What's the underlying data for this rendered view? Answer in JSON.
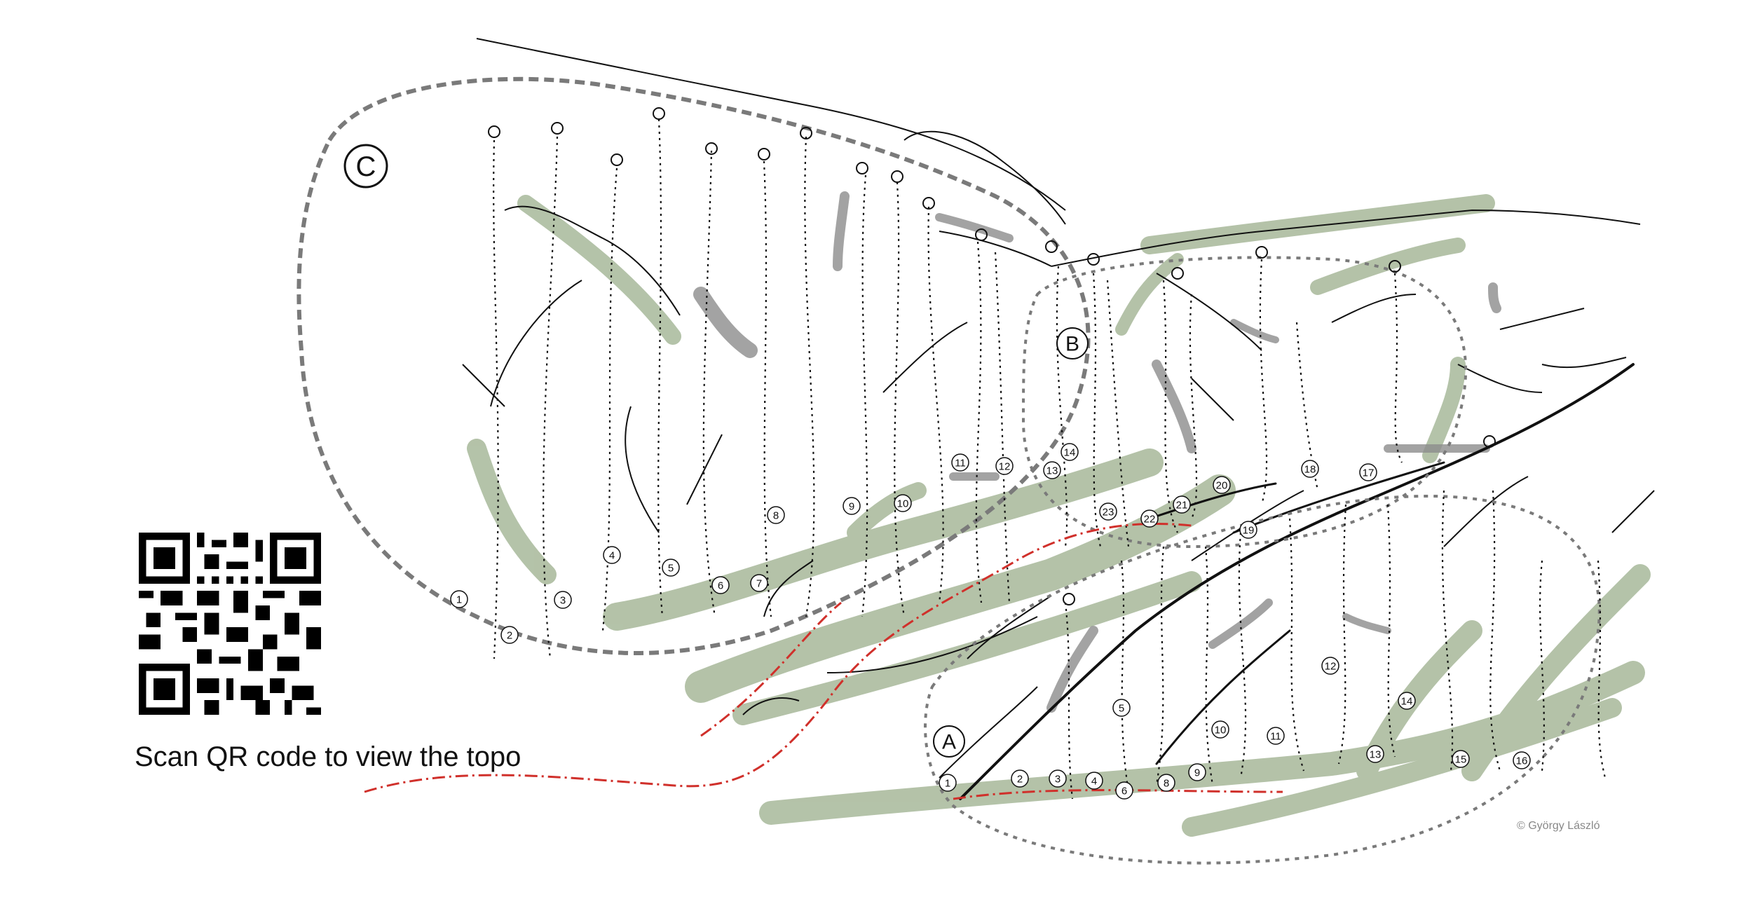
{
  "caption": "Scan QR code to view the topo",
  "copyright": "© György László",
  "sectors": [
    {
      "label": "C",
      "routes": [
        "1",
        "2",
        "3",
        "4",
        "5",
        "6",
        "7",
        "8",
        "9",
        "10",
        "11",
        "12",
        "13",
        "14"
      ]
    },
    {
      "label": "B",
      "routes": [
        "19",
        "20",
        "21",
        "22",
        "23",
        "17",
        "18"
      ]
    },
    {
      "label": "A",
      "routes": [
        "1",
        "2",
        "3",
        "4",
        "6",
        "8",
        "9",
        "10",
        "11",
        "12",
        "13",
        "14",
        "15",
        "16",
        "5"
      ]
    }
  ],
  "colors": {
    "vegetation": "#a7b89a",
    "rock": "#8c8c8c",
    "approach_path": "#d0302b",
    "sector_outline": "#7a7a7a",
    "line": "#111111"
  },
  "icons": {
    "qr": "qr-code-icon",
    "anchor": "belay-anchor-icon"
  }
}
